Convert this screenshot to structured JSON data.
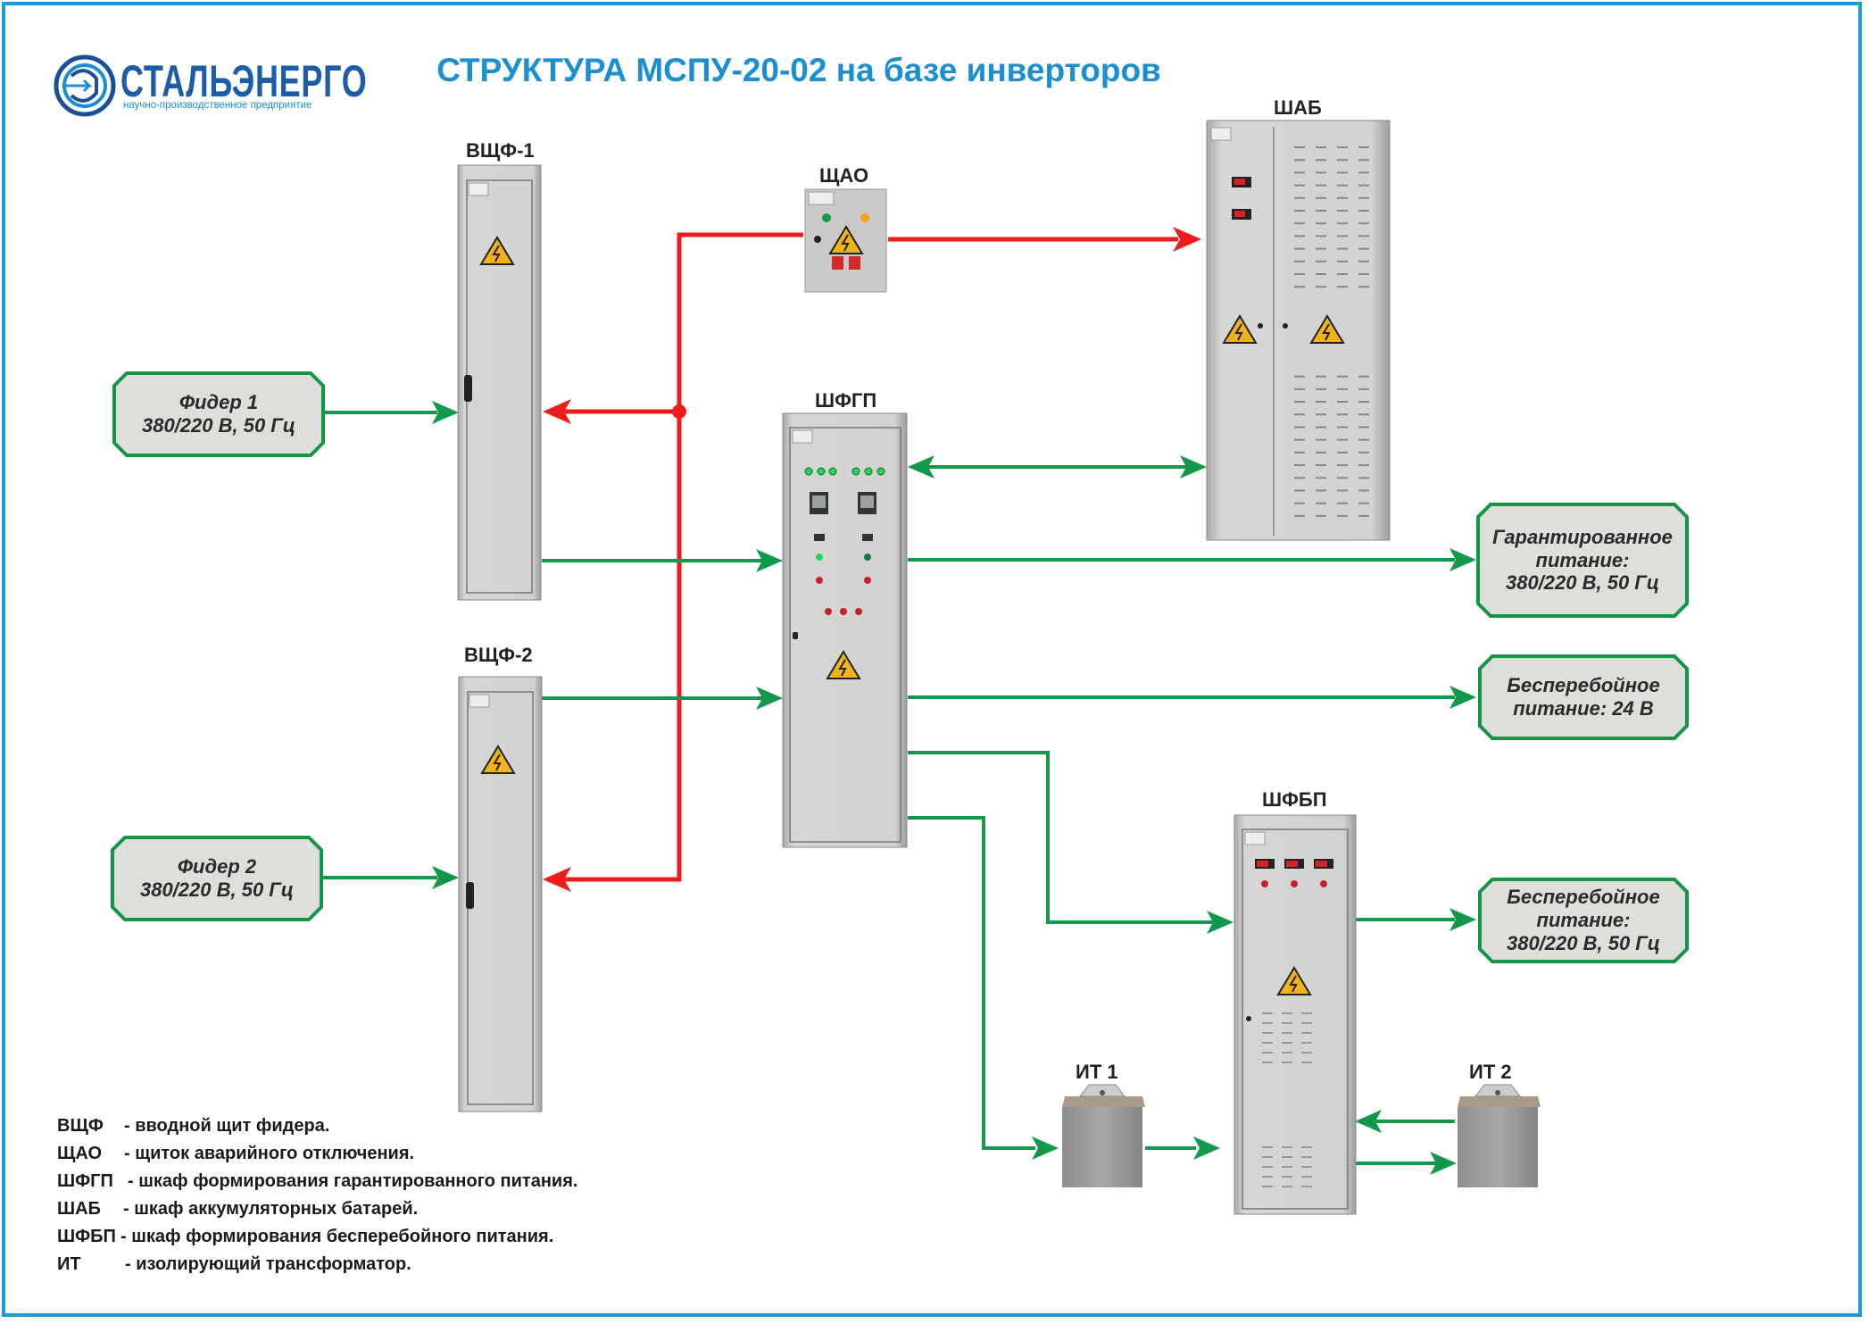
{
  "header": {
    "logo": {
      "name": "СТАЛЬЭНЕРГО",
      "tagline": "научно-производственное предприятие",
      "icon": "stalenergo-logo-icon"
    },
    "title": "СТРУКТУРА МСПУ-20-02 на базе инверторов"
  },
  "colors": {
    "border": "#1a9ad6",
    "title": "#1b8fd0",
    "logo": "#1b5da8",
    "power_line": "#12984a",
    "emergency_line": "#ee1c1c",
    "box_fill": "#dedfdb",
    "box_stroke": "#169447",
    "cabinet": "#d4d5d3"
  },
  "equipment": {
    "vshf1": "ВЩФ-1",
    "vshf2": "ВЩФ-2",
    "shao": "ЩАО",
    "shfgp": "ШФГП",
    "shab": "ШАБ",
    "shfbp": "ШФБП",
    "it1": "ИТ 1",
    "it2": "ИТ 2"
  },
  "boxes": {
    "feeder1": {
      "line1": "Фидер 1",
      "line2": "380/220 В, 50 Гц"
    },
    "feeder2": {
      "line1": "Фидер 2",
      "line2": "380/220 В, 50 Гц"
    },
    "guaranteed": {
      "line1": "Гарантированное",
      "line2": "питание:",
      "line3": "380/220 В, 50 Гц"
    },
    "ups24": {
      "line1": "Бесперебойное",
      "line2": "питание: 24 В"
    },
    "ups380": {
      "line1": "Бесперебойное",
      "line2": "питание:",
      "line3": "380/220 В, 50 Гц"
    }
  },
  "legend": [
    {
      "abbr": "ВЩФ",
      "desc": "- вводной щит фидера."
    },
    {
      "abbr": "ЩАО",
      "desc": "- щиток аварийного отключения."
    },
    {
      "abbr": "ШФГП",
      "desc": "- шкаф формирования гарантированного питания."
    },
    {
      "abbr": "ШАБ",
      "desc": "- шкаф аккумуляторных батарей."
    },
    {
      "abbr": "ШФБП",
      "desc": "- шкаф формирования бесперебойного питания."
    },
    {
      "abbr": "ИТ",
      "desc": "- изолирующий трансформатор."
    }
  ],
  "connections": [
    {
      "from": "Фидер 1",
      "to": "ВЩФ-1",
      "type": "power"
    },
    {
      "from": "Фидер 2",
      "to": "ВЩФ-2",
      "type": "power"
    },
    {
      "from": "ВЩФ-1",
      "to": "ШФГП",
      "type": "power"
    },
    {
      "from": "ВЩФ-2",
      "to": "ШФГП",
      "type": "power"
    },
    {
      "from": "ЩАО",
      "to": "ВЩФ-1",
      "type": "emergency"
    },
    {
      "from": "ЩАО",
      "to": "ВЩФ-2",
      "type": "emergency"
    },
    {
      "from": "ЩАО",
      "to": "ШАБ",
      "type": "emergency"
    },
    {
      "from": "ШФГП",
      "to": "ШАБ",
      "type": "power-bidirectional"
    },
    {
      "from": "ШФГП",
      "to": "Гарантированное питание",
      "type": "power"
    },
    {
      "from": "ШФГП",
      "to": "Бесперебойное питание: 24 В",
      "type": "power"
    },
    {
      "from": "ШФГП",
      "to": "ШФБП",
      "type": "power"
    },
    {
      "from": "ШФГП",
      "to": "ИТ 1",
      "type": "power"
    },
    {
      "from": "ИТ 1",
      "to": "ШФБП",
      "type": "power"
    },
    {
      "from": "ШФБП",
      "to": "ИТ 2",
      "type": "power"
    },
    {
      "from": "ИТ 2",
      "to": "ШФБП",
      "type": "power"
    },
    {
      "from": "ШФБП",
      "to": "Бесперебойное питание 380/220",
      "type": "power"
    }
  ]
}
